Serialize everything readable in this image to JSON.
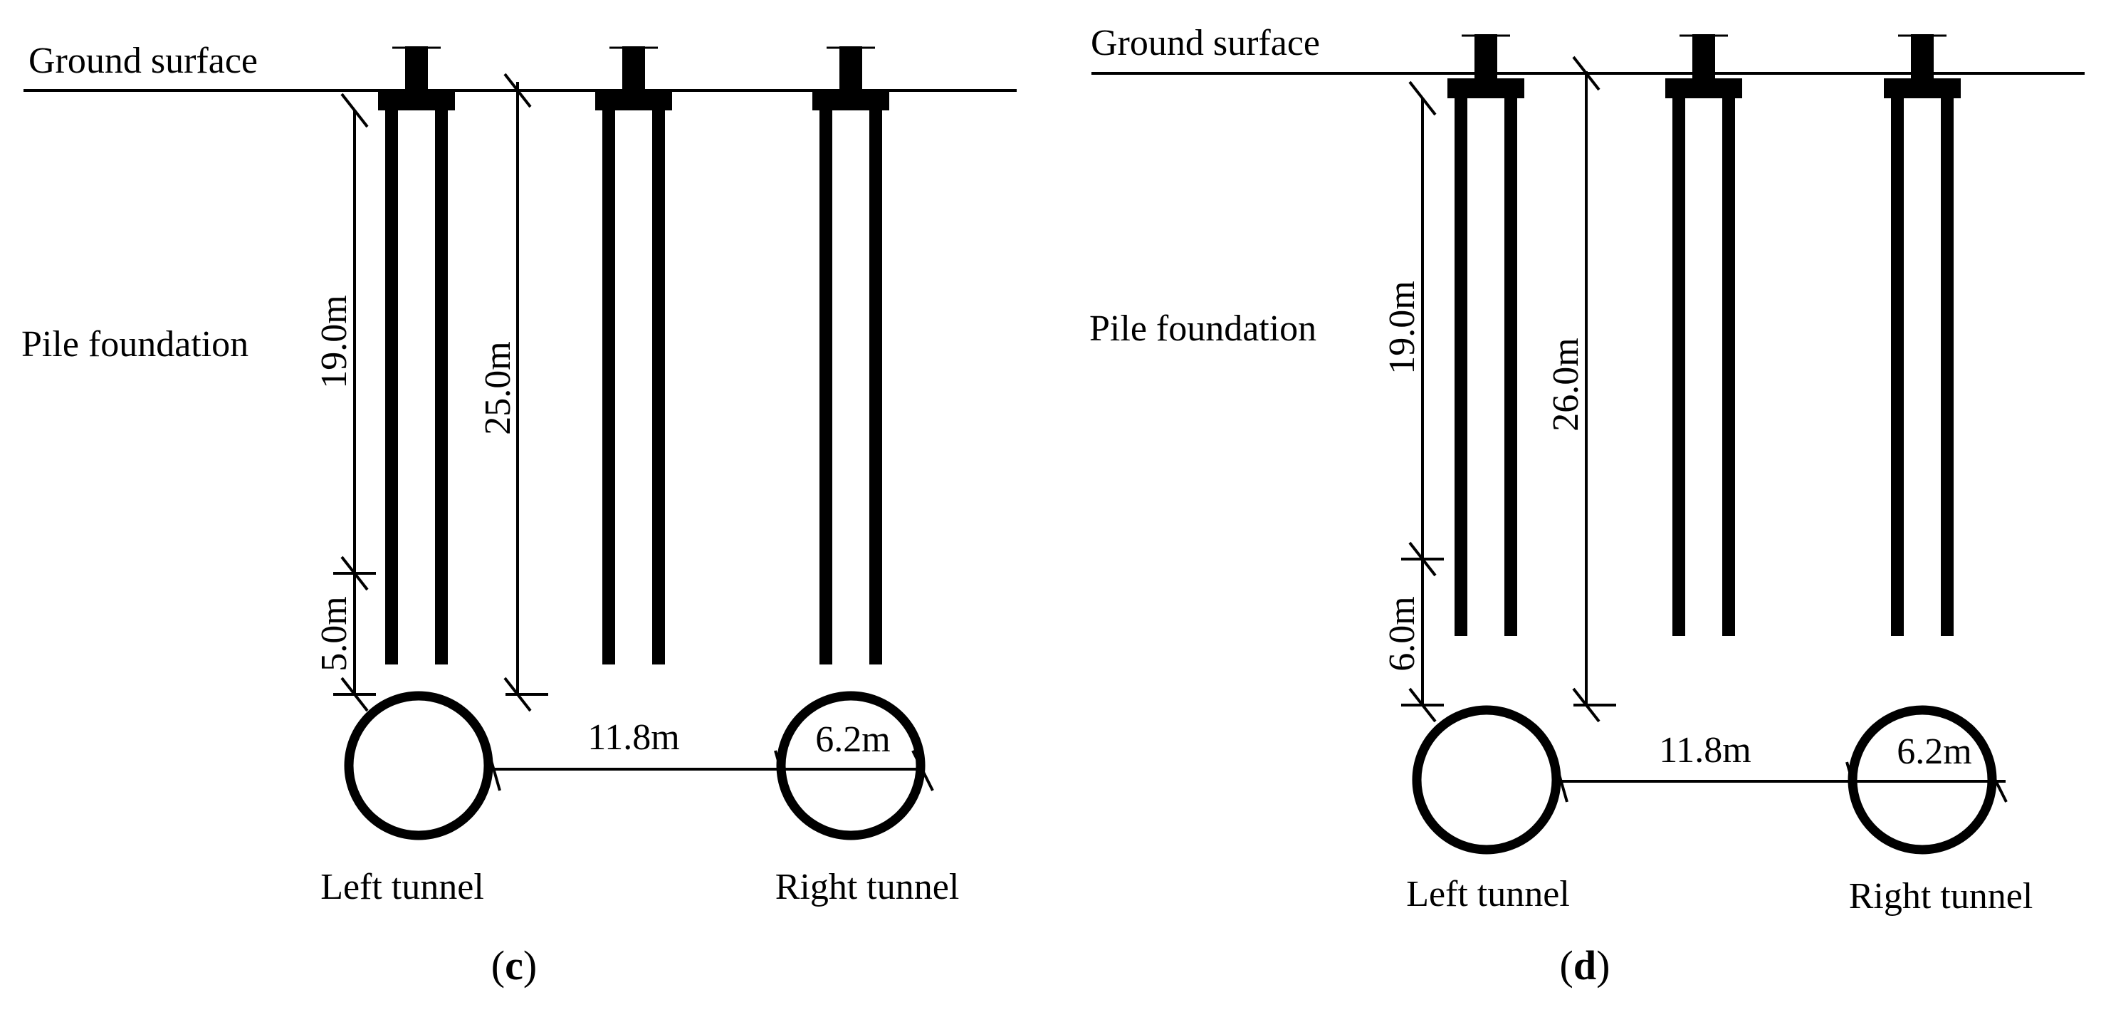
{
  "panels": [
    {
      "id": "c",
      "ground_label": "Ground surface",
      "pile_label": "Pile foundation",
      "dim_pile_length": "19.0m",
      "dim_clearance": "5.0m",
      "dim_total": "25.0m",
      "dim_spacing": "11.8m",
      "dim_diameter": "6.2m",
      "left_tunnel_label": "Left tunnel",
      "right_tunnel_label": "Right tunnel",
      "caption_open": "(",
      "caption_letter": "c",
      "caption_close": ")"
    },
    {
      "id": "d",
      "ground_label": "Ground surface",
      "pile_label": "Pile foundation",
      "dim_pile_length": "19.0m",
      "dim_clearance": "6.0m",
      "dim_total": "26.0m",
      "dim_spacing": "11.8m",
      "dim_diameter": "6.2m",
      "left_tunnel_label": "Left tunnel",
      "right_tunnel_label": "Right tunnel",
      "caption_open": "(",
      "caption_letter": "d",
      "caption_close": ")"
    }
  ],
  "colors": {
    "ink": "#000000",
    "background": "#ffffff"
  }
}
